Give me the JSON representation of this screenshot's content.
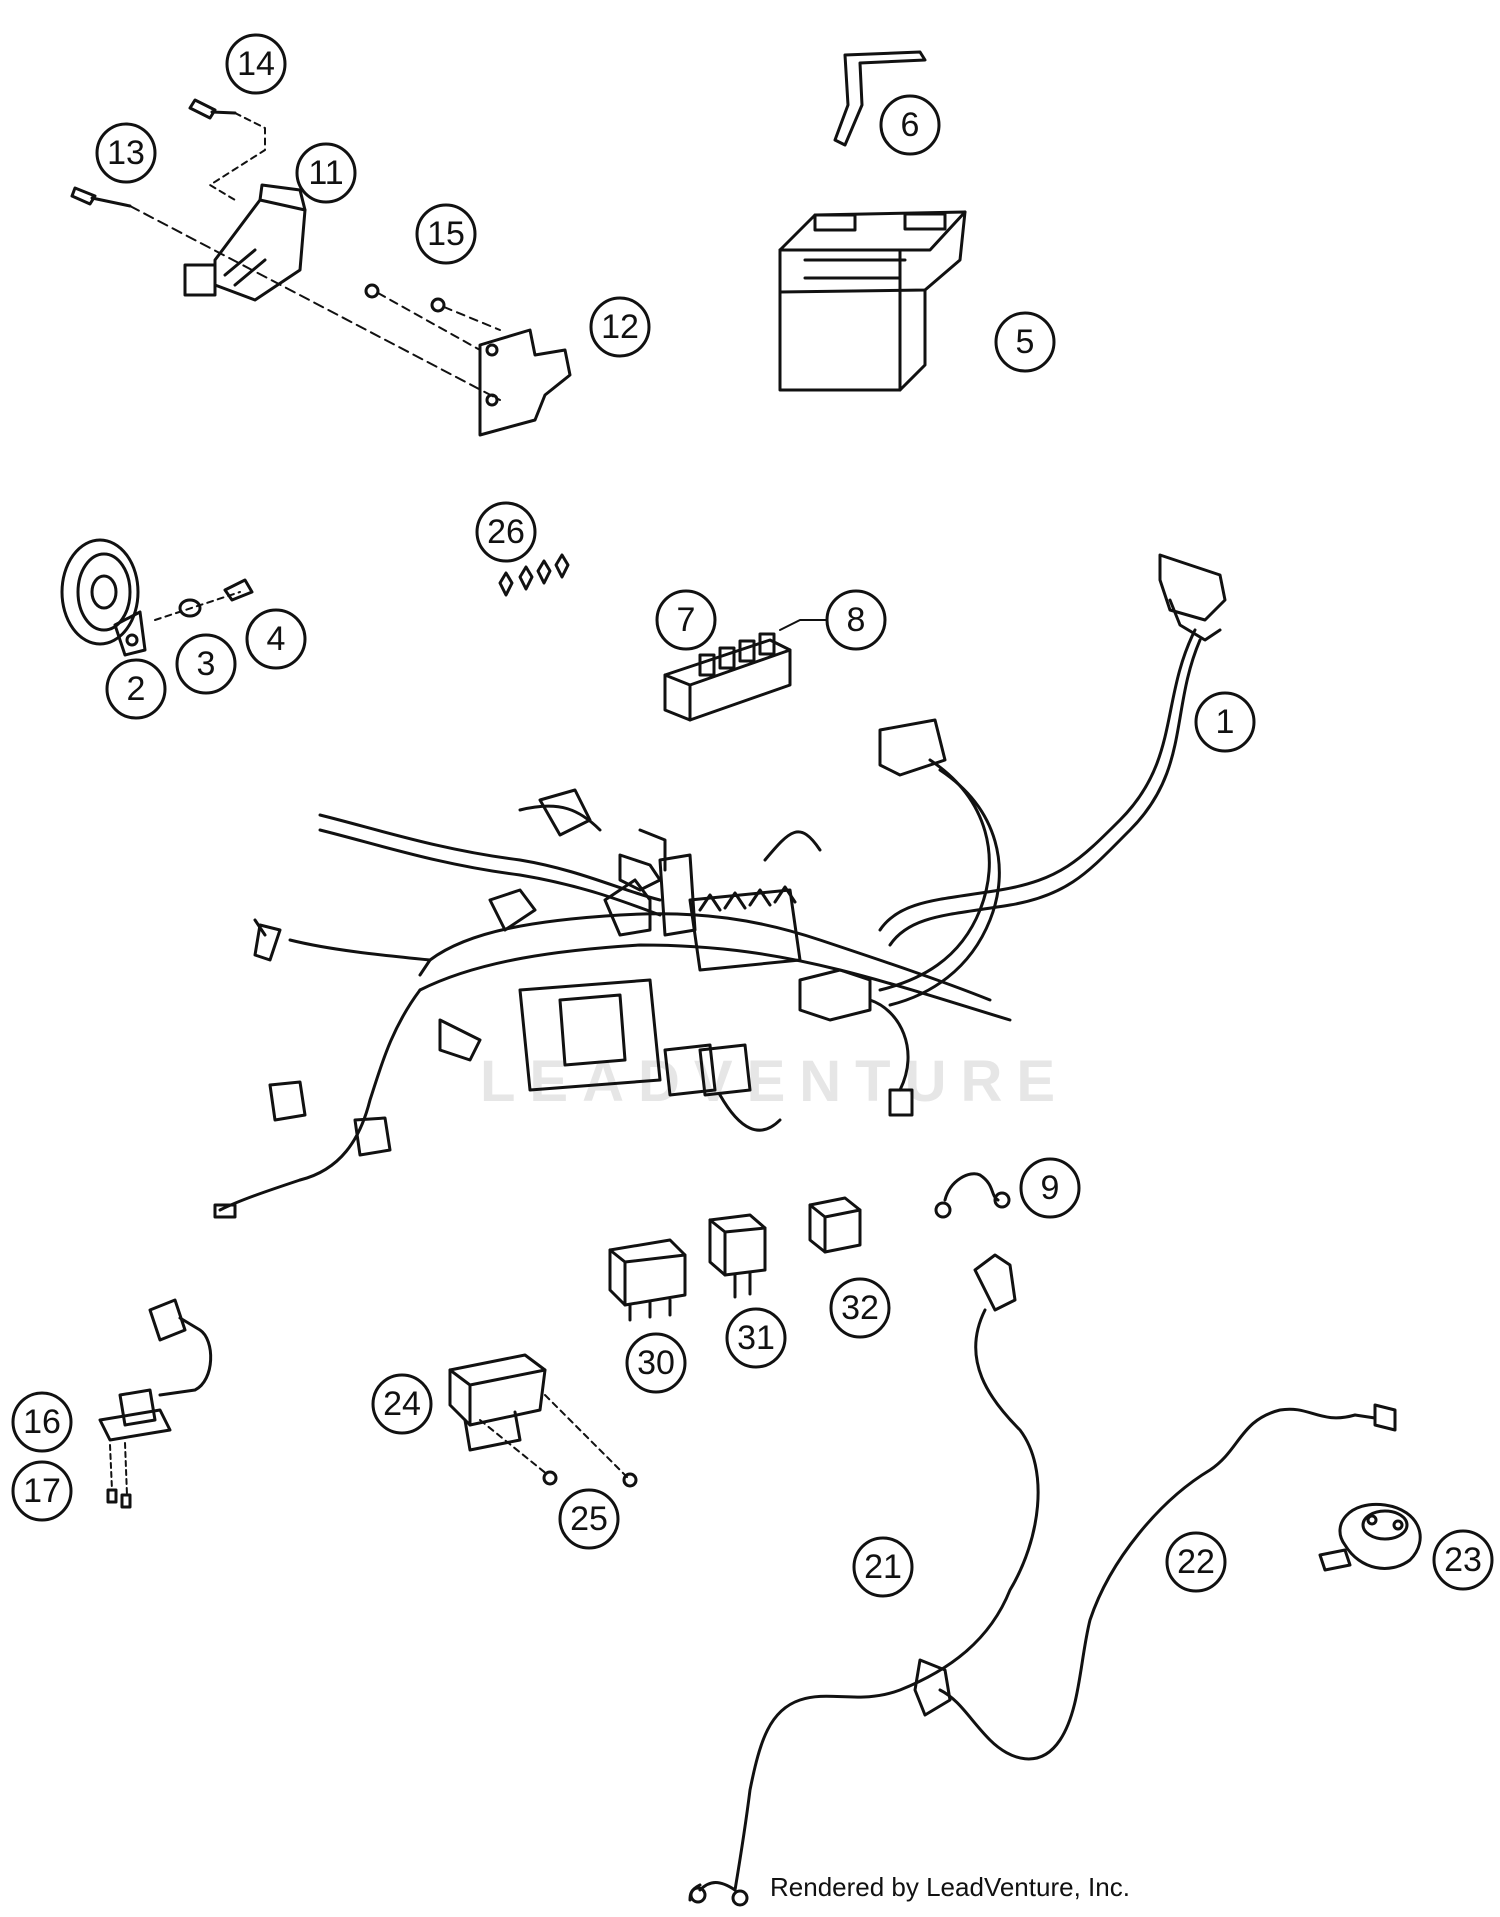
{
  "watermark": "LEADVENTURE",
  "credit": "Rendered by LeadVenture, Inc.",
  "callouts": [
    "1",
    "2",
    "3",
    "4",
    "5",
    "6",
    "7",
    "8",
    "9",
    "11",
    "12",
    "13",
    "14",
    "15",
    "16",
    "17",
    "21",
    "22",
    "23",
    "24",
    "25",
    "26",
    "30",
    "31",
    "32"
  ],
  "colors": {
    "line": "#111111",
    "watermark": "#e6e6e6",
    "background": "#ffffff"
  }
}
